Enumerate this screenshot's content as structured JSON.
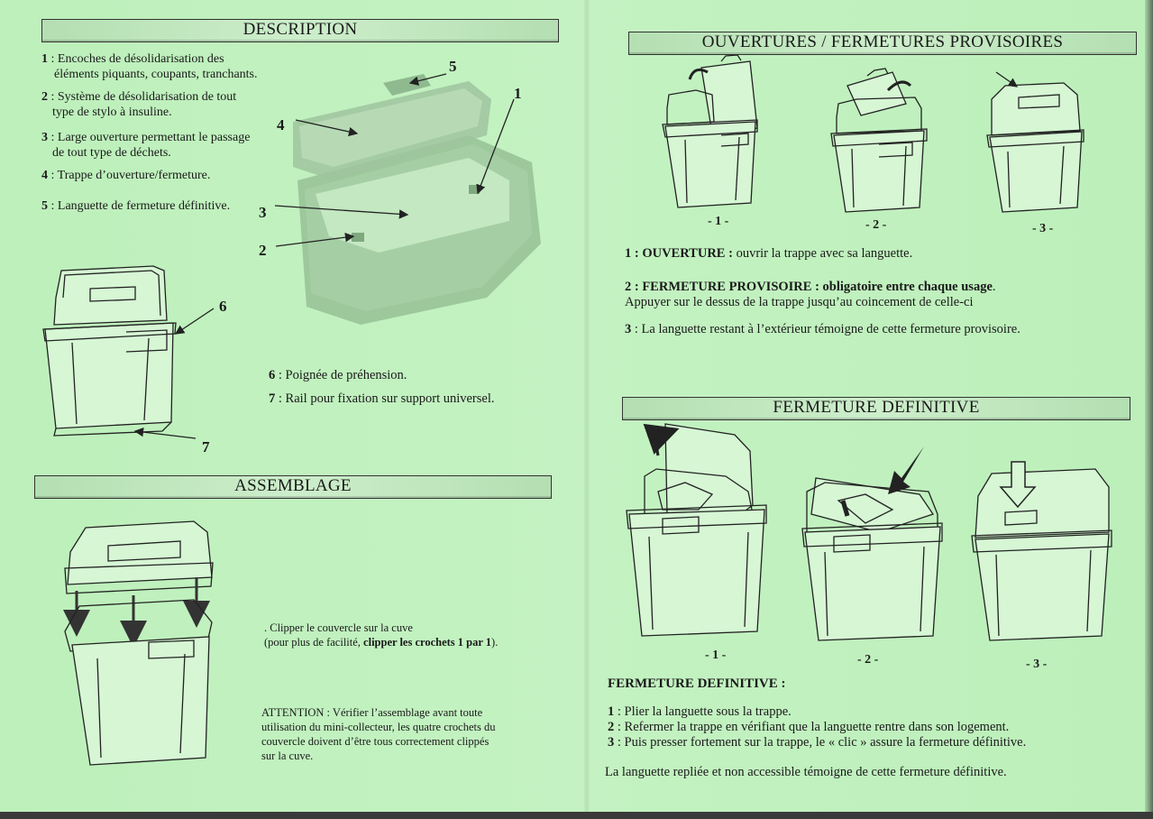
{
  "left": {
    "description": {
      "title": "DESCRIPTION",
      "items": [
        {
          "num": "1",
          "text": " : Encoches de désolidarisation des",
          "text2": "éléments piquants, coupants, tranchants."
        },
        {
          "num": "2",
          "text": " : Système de désolidarisation de tout",
          "text2": "type de stylo à insuline."
        },
        {
          "num": "3",
          "text": " : Large ouverture permettant le passage",
          "text2": "de tout type de déchets."
        },
        {
          "num": "4",
          "text": " : Trappe d’ouverture/fermeture.",
          "text2": ""
        },
        {
          "num": "5",
          "text": " : Languette de fermeture définitive.",
          "text2": ""
        }
      ],
      "callouts": {
        "c1": "1",
        "c2": "2",
        "c3": "3",
        "c4": "4",
        "c5": "5",
        "c6": "6",
        "c7": "7"
      },
      "items2": [
        {
          "num": "6",
          "text": " : Poignée de préhension."
        },
        {
          "num": "7",
          "text": " : Rail pour fixation sur support universel."
        }
      ]
    },
    "assemblage": {
      "title": "ASSEMBLAGE",
      "step_line1": ". Clipper le couvercle sur la cuve",
      "step_line2a": "(pour plus de facilité, ",
      "step_line2b": "clipper les crochets 1 par 1",
      "step_line2c": ").",
      "attention": [
        "ATTENTION : Vérifier l’assemblage avant toute",
        "utilisation du mini-collecteur, les quatre crochets du",
        "couvercle doivent d’être tous correctement  clippés",
        "sur la cuve."
      ]
    }
  },
  "right": {
    "provisoires": {
      "title": "OUVERTURES / FERMETURES  PROVISOIRES",
      "captions": [
        "- 1 -",
        "- 2 -",
        "- 3 -"
      ],
      "step1_bold": "1 : OUVERTURE :",
      "step1_text": " ouvrir la trappe avec sa languette.",
      "step2_bold": "2 : FERMETURE PROVISOIRE : obligatoire entre chaque usage",
      "step2_end": ".",
      "step2_text": "Appuyer sur le dessus de la trappe jusqu’au coincement de celle-ci",
      "step3_num": "3",
      "step3_text": " : La languette restant à l’extérieur témoigne de cette fermeture provisoire."
    },
    "definitive": {
      "title": "FERMETURE DEFINITIVE",
      "captions": [
        "- 1 -",
        "- 2 -",
        "- 3 -"
      ],
      "subtitle": "FERMETURE DEFINITIVE :",
      "steps": [
        {
          "num": "1",
          "text": " : Plier la languette sous la trappe."
        },
        {
          "num": "2",
          "text": " : Refermer la trappe en vérifiant que la languette rentre dans son logement."
        },
        {
          "num": "3",
          "text": " : Puis presser  fortement sur la trappe, le « clic » assure la fermeture définitive."
        }
      ],
      "footer": "La languette repliée et non accessible témoigne de cette fermeture définitive."
    }
  }
}
